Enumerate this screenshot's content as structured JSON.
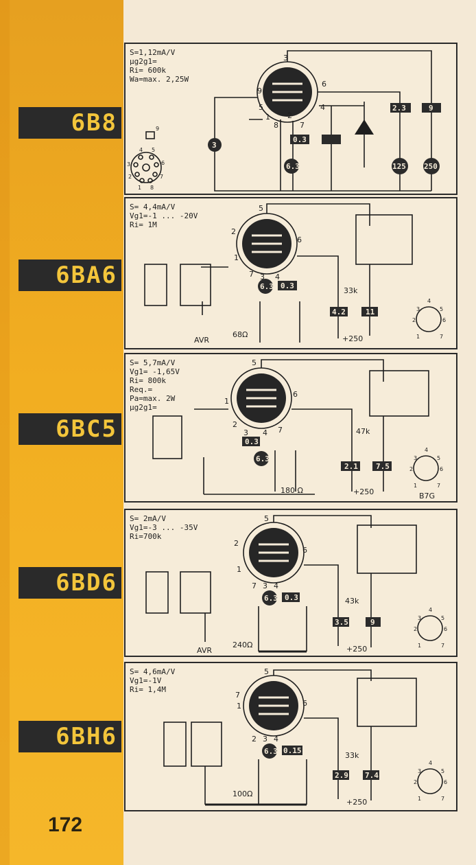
{
  "page_number": "172",
  "tubes": [
    {
      "name": "6B8",
      "specs": [
        "S=1,12mA/V",
        "μg2g1=",
        "Ri= 600k",
        "Wa=max. 2,25W"
      ],
      "pins": [
        "3",
        "9",
        "5",
        "1",
        "8",
        "2",
        "7",
        "4",
        "6"
      ],
      "values": [
        "3",
        "0.3",
        "6.3",
        "2.3",
        "9",
        "125",
        "250"
      ],
      "socket_pins": [
        "9",
        "4",
        "5",
        "3",
        "6",
        "2",
        "7",
        "1",
        "8"
      ]
    },
    {
      "name": "6BA6",
      "specs": [
        "S= 4,4mA/V",
        "Vg1=-1 ... -20V",
        "Ri= 1M"
      ],
      "pins": [
        "5",
        "2",
        "1",
        "6",
        "7",
        "3",
        "4"
      ],
      "values": [
        "6.3",
        "0.3",
        "4.2",
        "11"
      ],
      "labels": [
        "33k",
        "68Ω",
        "AVR",
        "+250"
      ],
      "socket_pins": [
        "3",
        "4",
        "5",
        "2",
        "6",
        "1",
        "7"
      ]
    },
    {
      "name": "6BC5",
      "specs": [
        "S= 5,7mA/V",
        "Vg1= -1,65V",
        "Ri= 800k",
        "Req.=",
        "Pa=max. 2W",
        "μg2g1="
      ],
      "pins": [
        "5",
        "1",
        "6",
        "2",
        "3",
        "4",
        "7"
      ],
      "values": [
        "0.3",
        "6.3",
        "2.1",
        "7.5"
      ],
      "labels": [
        "47k",
        "180 Ω",
        "+250",
        "B7G"
      ],
      "socket_pins": [
        "3",
        "4",
        "5",
        "2",
        "6",
        "1",
        "7"
      ]
    },
    {
      "name": "6BD6",
      "specs": [
        "S= 2mA/V",
        "Vg1=-3 ... -35V",
        "Ri=700k"
      ],
      "pins": [
        "5",
        "2",
        "1",
        "6",
        "7",
        "3",
        "4"
      ],
      "values": [
        "6.3",
        "0.3",
        "3.5",
        "9"
      ],
      "labels": [
        "43k",
        "240Ω",
        "AVR",
        "+250"
      ],
      "socket_pins": [
        "3",
        "4",
        "5",
        "2",
        "6",
        "1",
        "7"
      ]
    },
    {
      "name": "6BH6",
      "specs": [
        "S= 4,6mA/V",
        "Vg1=-1V",
        "Ri= 1,4M"
      ],
      "pins": [
        "5",
        "7",
        "1",
        "6",
        "2",
        "3",
        "4"
      ],
      "values": [
        "6.3",
        "0.15",
        "2.9",
        "7.4"
      ],
      "labels": [
        "33k",
        "100Ω",
        "+250"
      ],
      "socket_pins": [
        "3",
        "4",
        "5",
        "2",
        "6",
        "1",
        "7"
      ]
    }
  ]
}
